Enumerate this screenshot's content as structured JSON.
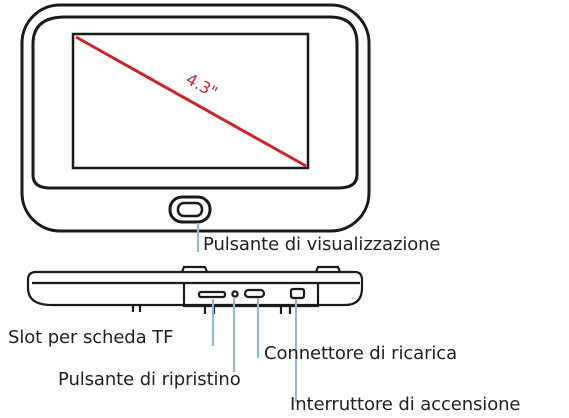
{
  "diagram": {
    "screen_size_label": "4.3\"",
    "callouts": {
      "display_button": "Pulsante di visualizzazione",
      "tf_slot": "Slot per scheda TF",
      "reset_button": "Pulsante di ripristino",
      "charging_connector": "Connettore di ricarica",
      "power_switch": "Interruttore di accensione"
    },
    "colors": {
      "outline": "#1a1a1a",
      "diagonal": "#c8262b",
      "leader": "#8fb8d9"
    }
  }
}
